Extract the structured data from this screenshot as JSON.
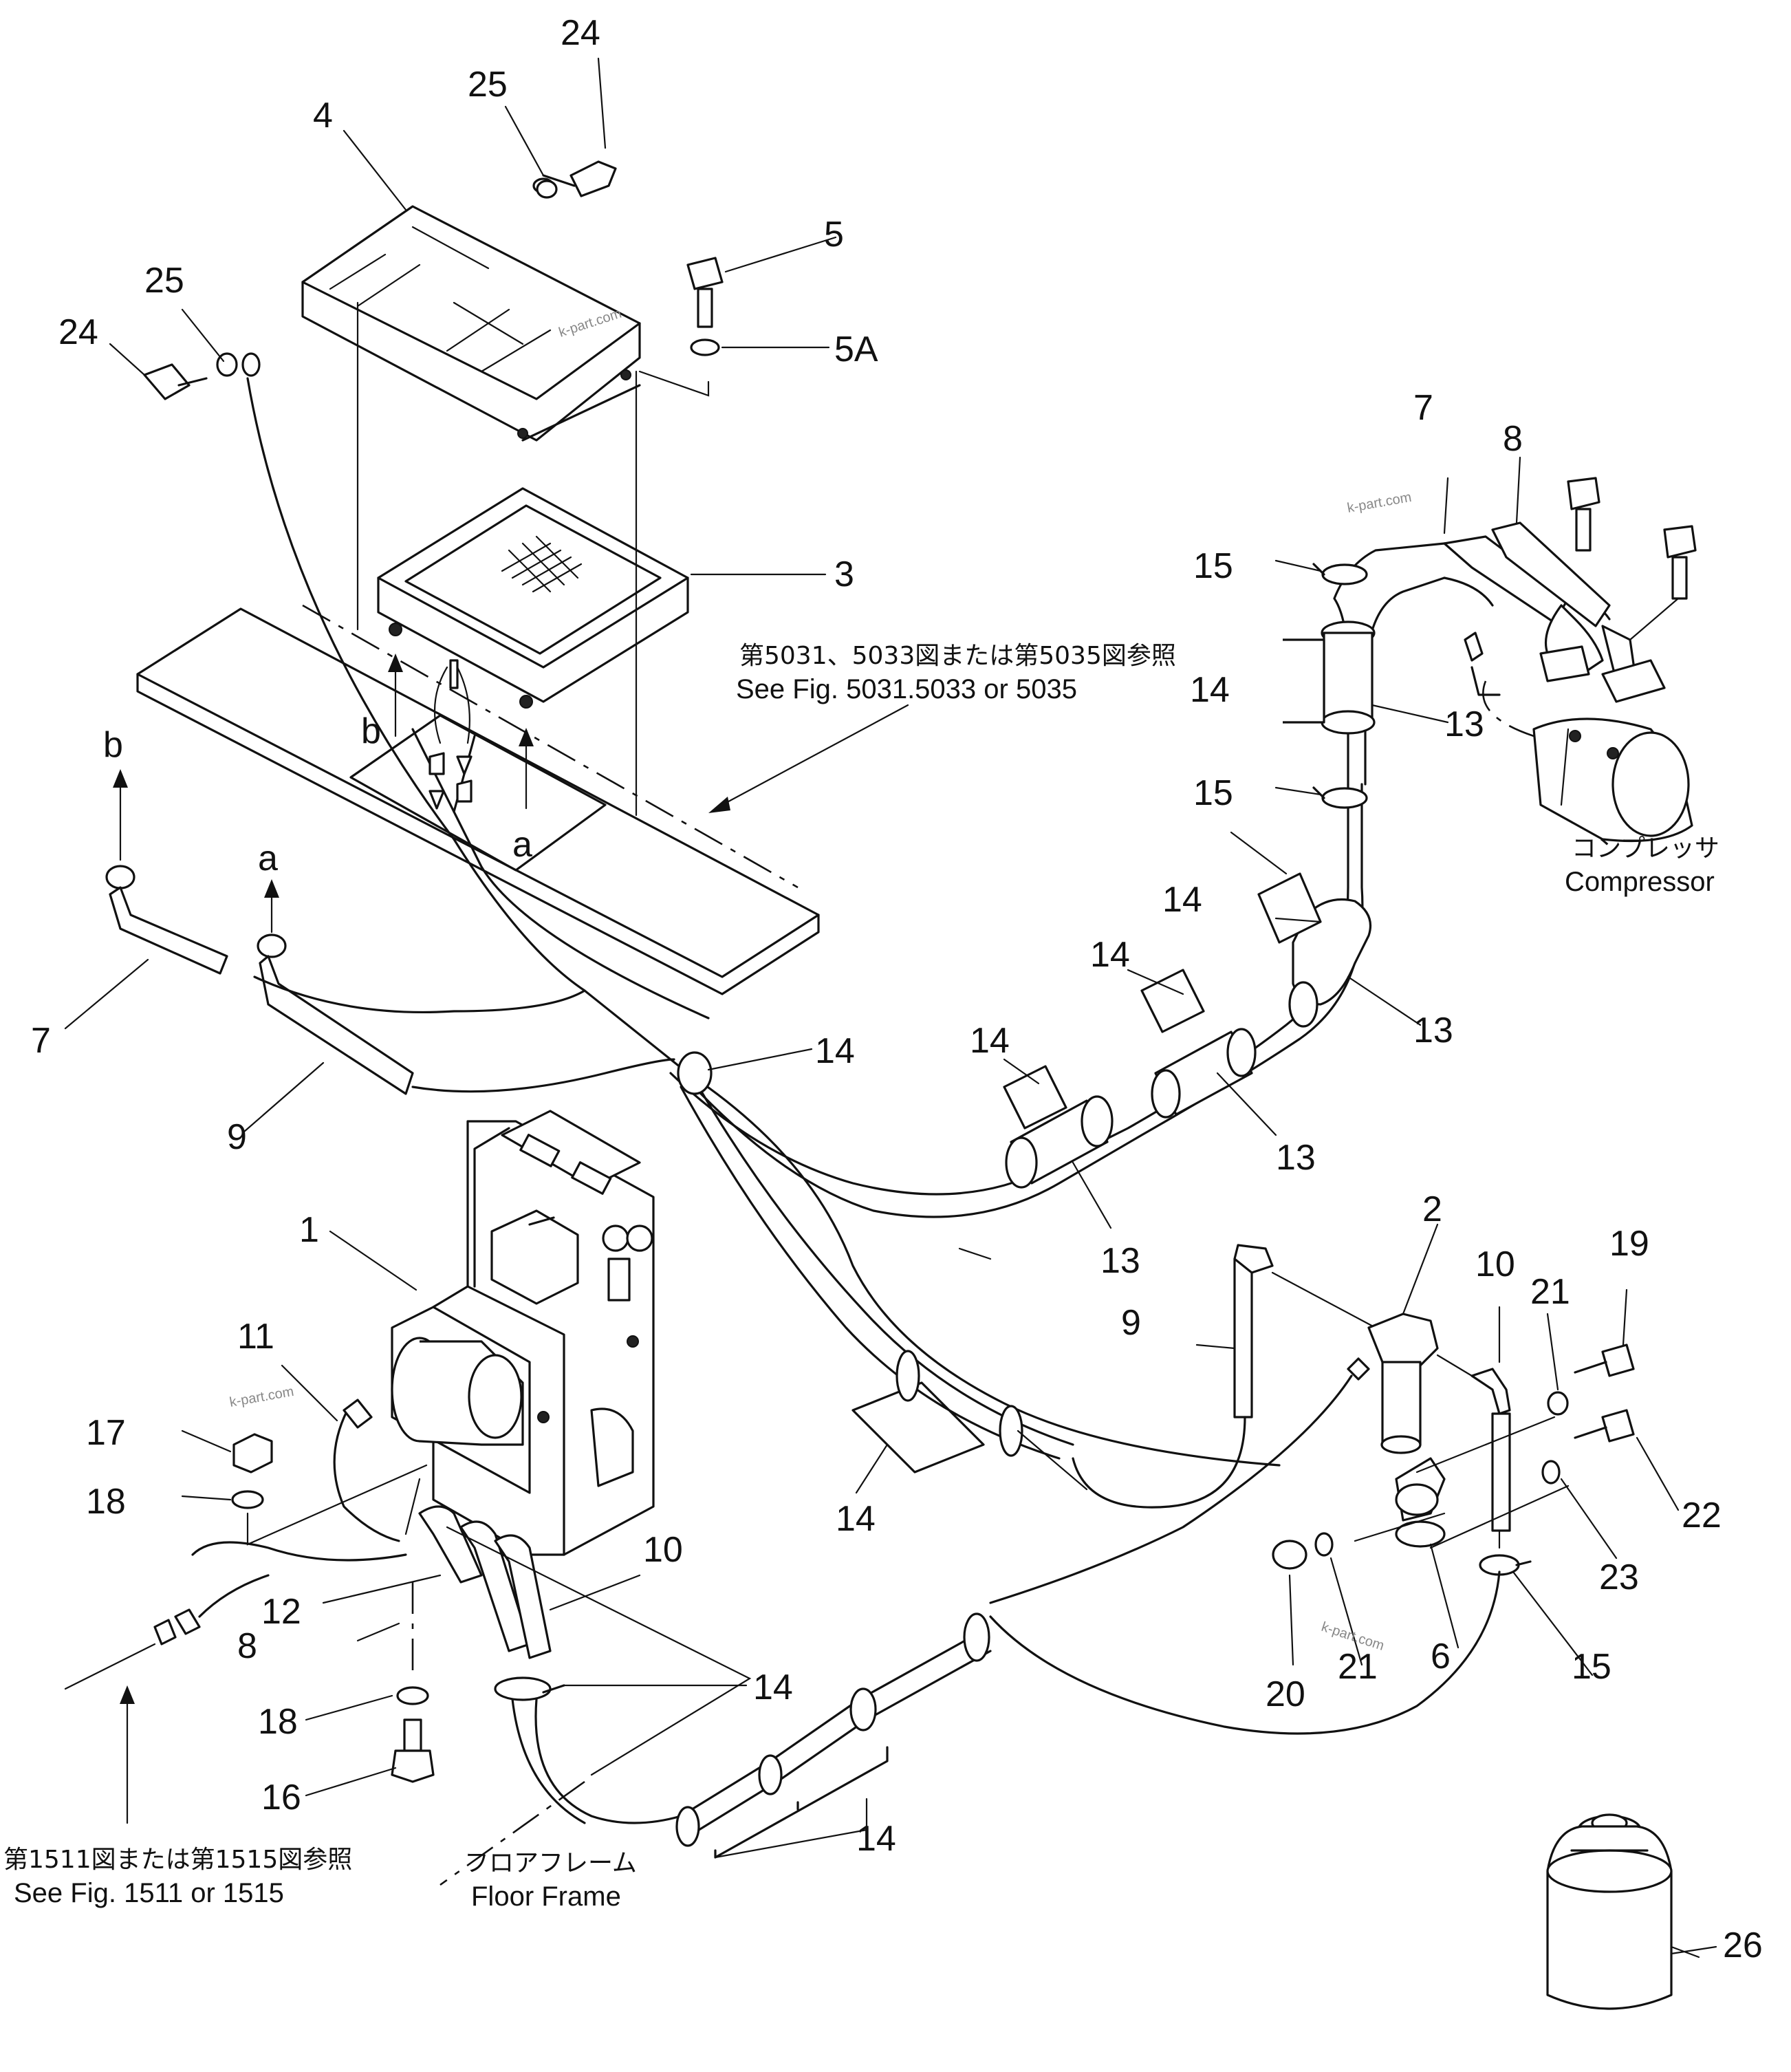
{
  "callouts": [
    {
      "id": "c1",
      "text": "1"
    },
    {
      "id": "c2",
      "text": "2"
    },
    {
      "id": "c3",
      "text": "3"
    },
    {
      "id": "c4",
      "text": "4"
    },
    {
      "id": "c5",
      "text": "5"
    },
    {
      "id": "c5a",
      "text": "5A"
    },
    {
      "id": "c6",
      "text": "6"
    },
    {
      "id": "c7a",
      "text": "7"
    },
    {
      "id": "c7b",
      "text": "7"
    },
    {
      "id": "c8a",
      "text": "8"
    },
    {
      "id": "c8b",
      "text": "8"
    },
    {
      "id": "c9a",
      "text": "9"
    },
    {
      "id": "c9b",
      "text": "9"
    },
    {
      "id": "c10a",
      "text": "10"
    },
    {
      "id": "c10b",
      "text": "10"
    },
    {
      "id": "c11",
      "text": "11"
    },
    {
      "id": "c12",
      "text": "12"
    },
    {
      "id": "c13a",
      "text": "13"
    },
    {
      "id": "c13b",
      "text": "13"
    },
    {
      "id": "c13c",
      "text": "13"
    },
    {
      "id": "c13d",
      "text": "13"
    },
    {
      "id": "c14a",
      "text": "14"
    },
    {
      "id": "c14b",
      "text": "14"
    },
    {
      "id": "c14c",
      "text": "14"
    },
    {
      "id": "c14d",
      "text": "14"
    },
    {
      "id": "c14e",
      "text": "14"
    },
    {
      "id": "c14f",
      "text": "14"
    },
    {
      "id": "c14g",
      "text": "14"
    },
    {
      "id": "c14h",
      "text": "14"
    },
    {
      "id": "c15a",
      "text": "15"
    },
    {
      "id": "c15b",
      "text": "15"
    },
    {
      "id": "c15c",
      "text": "15"
    },
    {
      "id": "c16",
      "text": "16"
    },
    {
      "id": "c17",
      "text": "17"
    },
    {
      "id": "c18a",
      "text": "18"
    },
    {
      "id": "c18b",
      "text": "18"
    },
    {
      "id": "c19",
      "text": "19"
    },
    {
      "id": "c20",
      "text": "20"
    },
    {
      "id": "c21a",
      "text": "21"
    },
    {
      "id": "c21b",
      "text": "21"
    },
    {
      "id": "c22",
      "text": "22"
    },
    {
      "id": "c23",
      "text": "23"
    },
    {
      "id": "c24a",
      "text": "24"
    },
    {
      "id": "c24b",
      "text": "24"
    },
    {
      "id": "c25a",
      "text": "25"
    },
    {
      "id": "c25b",
      "text": "25"
    },
    {
      "id": "c26",
      "text": "26"
    },
    {
      "id": "ca1",
      "text": "a"
    },
    {
      "id": "ca2",
      "text": "a"
    },
    {
      "id": "cb1",
      "text": "b"
    },
    {
      "id": "cb2",
      "text": "b"
    }
  ],
  "notes": {
    "fig5031_jp": "第5031、5033図または第5035図参照",
    "fig5031_en": "See Fig. 5031.5033 or 5035",
    "compressor_jp": "コンプレッサ",
    "compressor_en": "Compressor",
    "fig1511_jp": "第1511図または第1515図参照",
    "fig1511_en": "See Fig. 1511 or 1515",
    "floor_jp": "フロアフレーム",
    "floor_en": "Floor Frame"
  },
  "watermarks": [
    "k-part.com",
    "k-part.com",
    "k-part.com",
    "k-part.com"
  ]
}
